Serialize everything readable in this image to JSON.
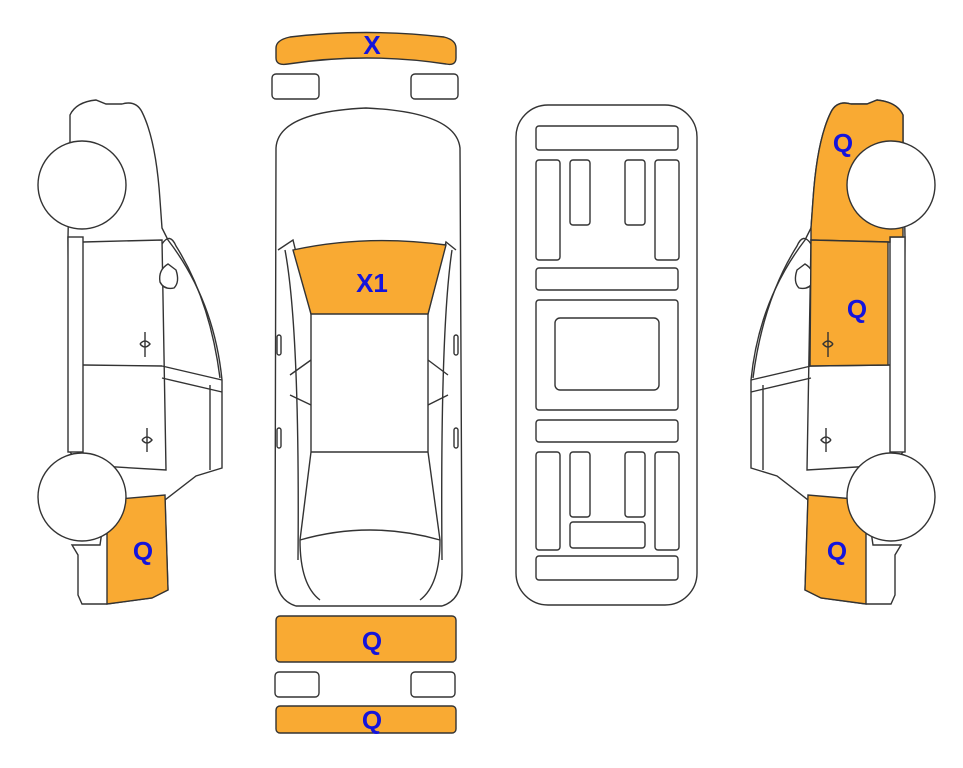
{
  "colors": {
    "damaged": "#F9AA33",
    "label": "#1414DC",
    "outline": "#333333"
  },
  "markers": {
    "rear_bumper": "X",
    "windshield": "X1",
    "front_bumper_upper": "Q",
    "front_bumper_lower": "Q",
    "left_front_fender": "Q",
    "right_rear_fender": "Q",
    "right_rear_door": "Q",
    "right_front_fender": "Q"
  }
}
